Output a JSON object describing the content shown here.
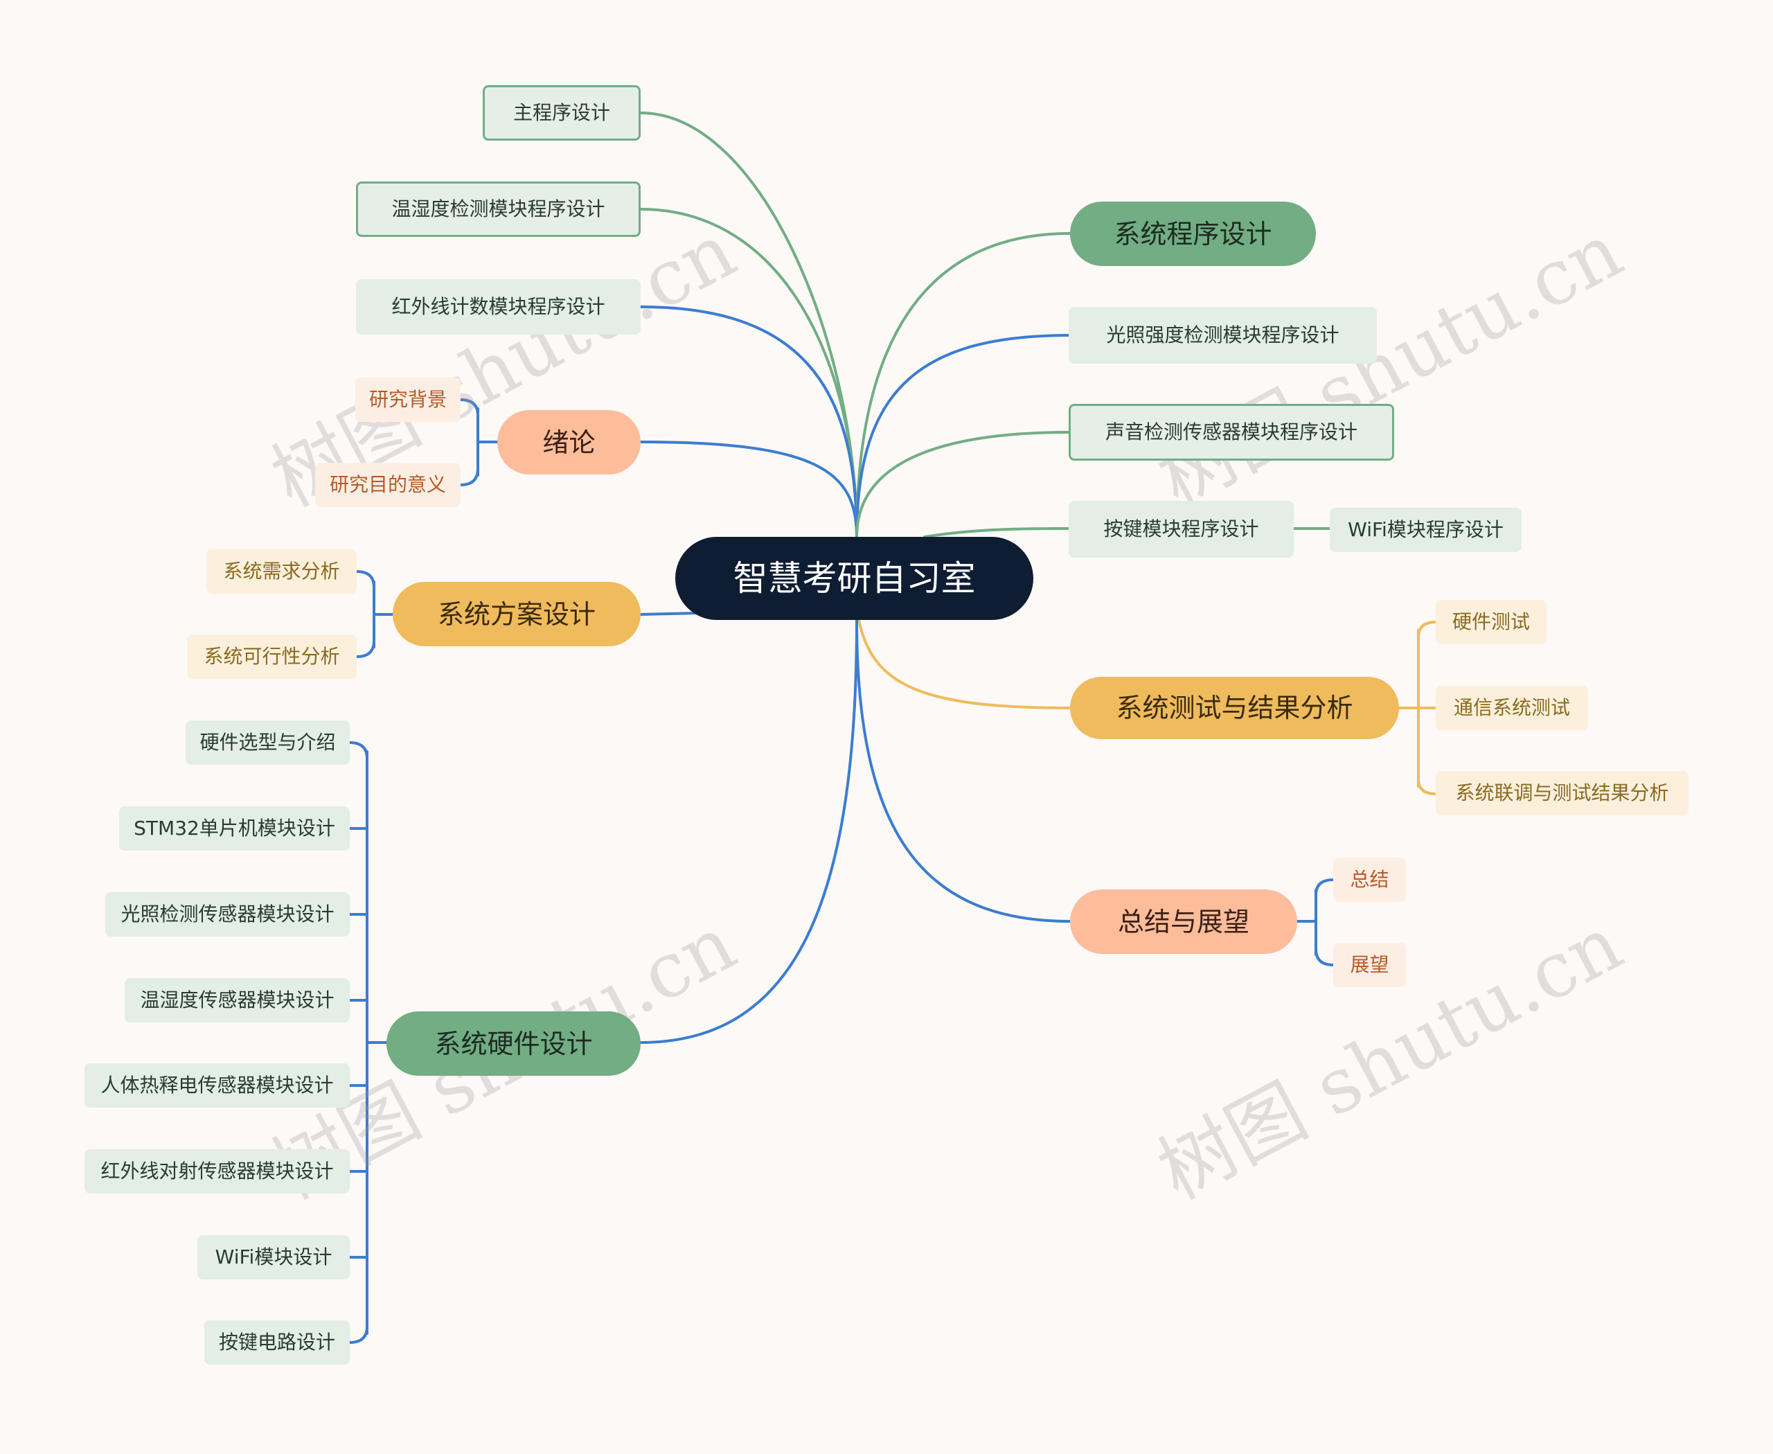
{
  "root": {
    "label": "智慧考研自习室"
  },
  "branches": {
    "program": {
      "label": "系统程序设计",
      "items": [
        "主程序设计",
        "温湿度检测模块程序设计",
        "红外线计数模块程序设计",
        "光照强度检测模块程序设计",
        "声音检测传感器模块程序设计",
        "按键模块程序设计"
      ],
      "extra": "WiFi模块程序设计"
    },
    "intro": {
      "label": "绪论",
      "items": [
        "研究背景",
        "研究目的意义"
      ]
    },
    "plan": {
      "label": "系统方案设计",
      "items": [
        "系统需求分析",
        "系统可行性分析"
      ]
    },
    "hardware": {
      "label": "系统硬件设计",
      "items": [
        "硬件选型与介绍",
        "STM32单片机模块设计",
        "光照检测传感器模块设计",
        "温湿度传感器模块设计",
        "人体热释电传感器模块设计",
        "红外线对射传感器模块设计",
        "WiFi模块设计",
        "按键电路设计"
      ]
    },
    "test": {
      "label": "系统测试与结果分析",
      "items": [
        "硬件测试",
        "通信系统测试",
        "系统联调与测试结果分析"
      ]
    },
    "summary": {
      "label": "总结与展望",
      "items": [
        "总结",
        "展望"
      ]
    }
  },
  "watermark": "树图 shutu.cn",
  "colors": {
    "background": "#fdf9f7",
    "root": "#0f1d33",
    "green": "#72ad84",
    "blue": "#3b7dd0",
    "gold": "#efbb5d",
    "peach": "#fdbd9b"
  }
}
